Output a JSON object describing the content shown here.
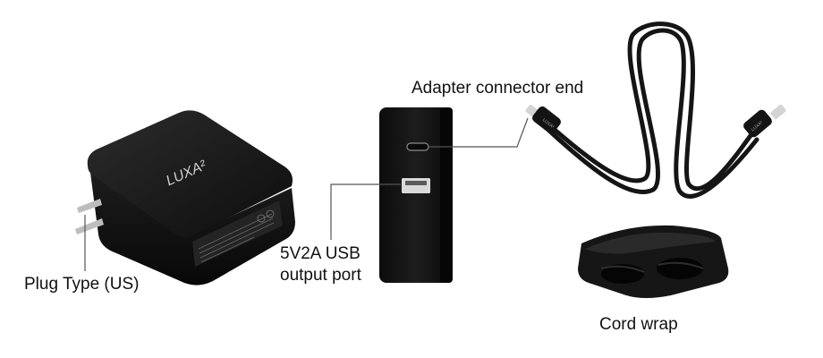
{
  "brand": "LUXA²",
  "labels": {
    "plug_type": "Plug Type (US)",
    "usb_line1": "5V2A USB",
    "usb_line2": "output port",
    "adapter_connector": "Adapter connector end",
    "cord_wrap": "Cord wrap"
  },
  "colors": {
    "product_body": "#151515",
    "leader_line": "#555555",
    "prong": "#bdbdbd",
    "usb_port": "#d9d9d9"
  }
}
